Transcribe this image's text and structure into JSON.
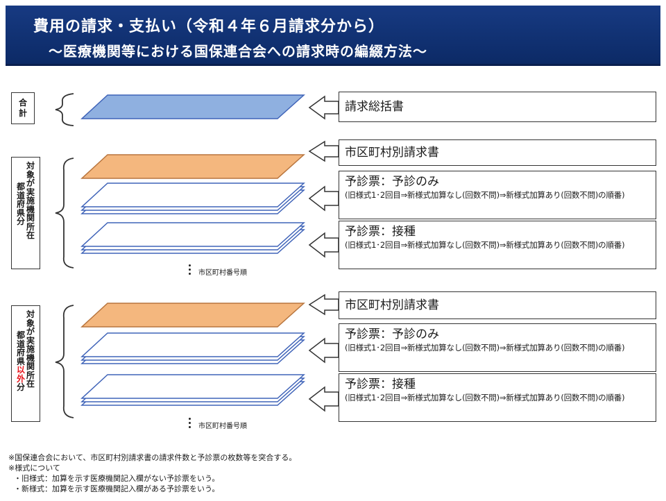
{
  "header": {
    "title_line1": "費用の請求・支払い（令和４年６月請求分から）",
    "title_line2": "～医療機関等における国保連合会への請求時の編綴方法～"
  },
  "left_labels": {
    "total": [
      "合",
      "計"
    ],
    "group1_cols": [
      [
        "対",
        "象",
        "が",
        "実",
        "施",
        "機",
        "関",
        "所",
        "在"
      ],
      [
        "都",
        "道",
        "府",
        "県",
        "分"
      ]
    ],
    "group2_cols": [
      [
        "対",
        "象",
        "が",
        "実",
        "施",
        "機",
        "関",
        "所",
        "在"
      ],
      [
        "都",
        "道",
        "府",
        "県",
        "以",
        "外",
        "分"
      ]
    ]
  },
  "boxes": {
    "summary": "請求総括書",
    "g1_city": "市区町村別請求書",
    "g1_yoshin_title": "予診票：予診のみ",
    "g1_yoshin_body": "(旧様式1･2回目⇒新様式加算なし(回数不問)⇒新様式加算あり(回数不問)の順番)",
    "g1_sesshu_title": "予診票：接種",
    "g1_sesshu_body": "(旧様式1･2回目⇒新様式加算なし(回数不問)⇒新様式加算あり(回数不問)の順番)",
    "g2_city": "市区町村別請求書",
    "g2_yoshin_title": "予診票：予診のみ",
    "g2_yoshin_body": "(旧様式1･2回目⇒新様式加算なし(回数不問)⇒新様式加算あり(回数不問)の順番)",
    "g2_sesshu_title": "予診票：接種",
    "g2_sesshu_body": "(旧様式1･2回目⇒新様式加算なし(回数不問)⇒新様式加算あり(回数不問)の順番)"
  },
  "order_label": "市区町村番号順",
  "notes": [
    "※国保連合会において、市区町村別請求書の請求件数と予診票の枚数等を突合する。",
    "※様式について",
    "・旧様式：加算を示す医療機関記入欄がない予診票をいう。",
    "・新様式：加算を示す医療機関記入欄がある予診票をいう。"
  ],
  "colors": {
    "header_bg": "#0c2a66",
    "summary_sheet": "#8fb0e0",
    "city_sheet": "#f4b77e",
    "form_sheet_stroke": "#3f63b8",
    "emphasis_red": "#e8141b"
  }
}
